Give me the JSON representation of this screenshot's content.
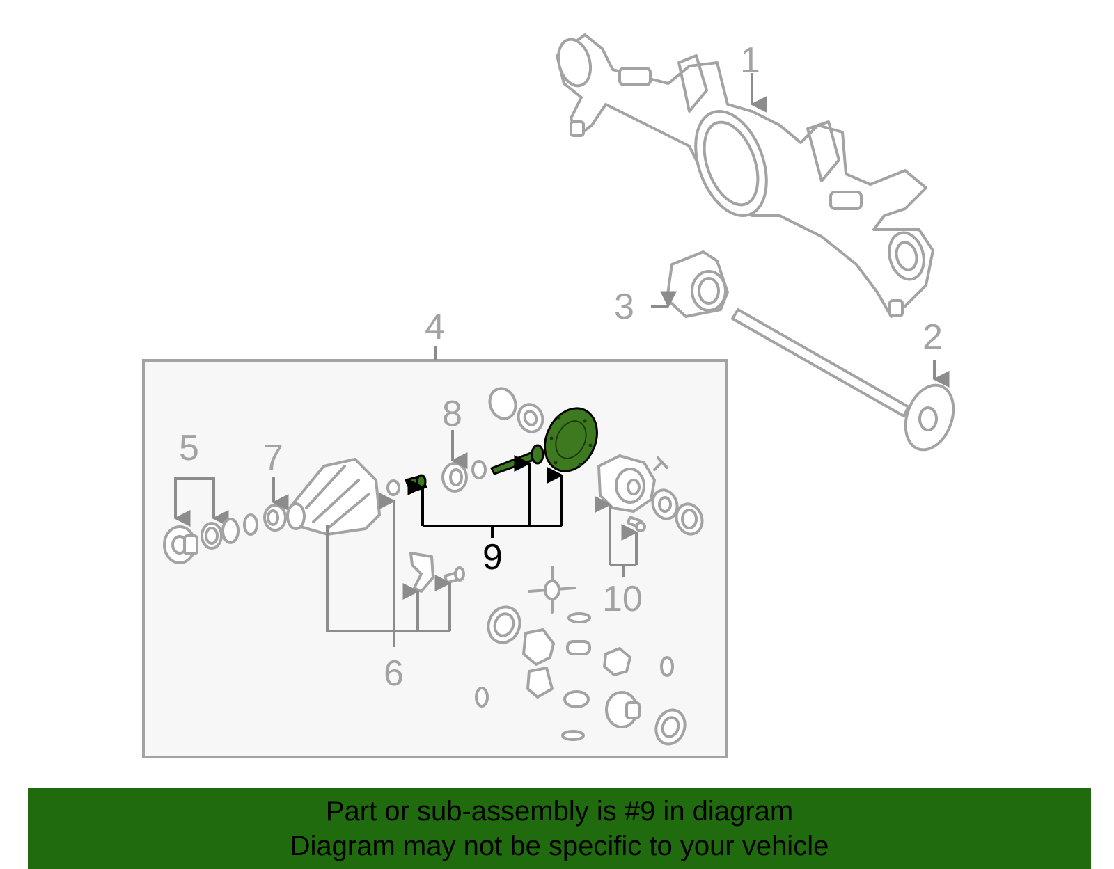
{
  "colors": {
    "highlight": "#3d7a1f",
    "banner": "#1f6b0e",
    "line_gray": "#a3a3a3",
    "panel_bg": "#f7f7f7"
  },
  "callouts": {
    "c1": "1",
    "c2": "2",
    "c3": "3",
    "c4": "4",
    "c5": "5",
    "c6": "6",
    "c7": "7",
    "c8": "8",
    "c9": "9",
    "c10": "10"
  },
  "banner": {
    "line1": "Part or sub-assembly is #9 in diagram",
    "line2": "Diagram may not be specific to your vehicle"
  }
}
